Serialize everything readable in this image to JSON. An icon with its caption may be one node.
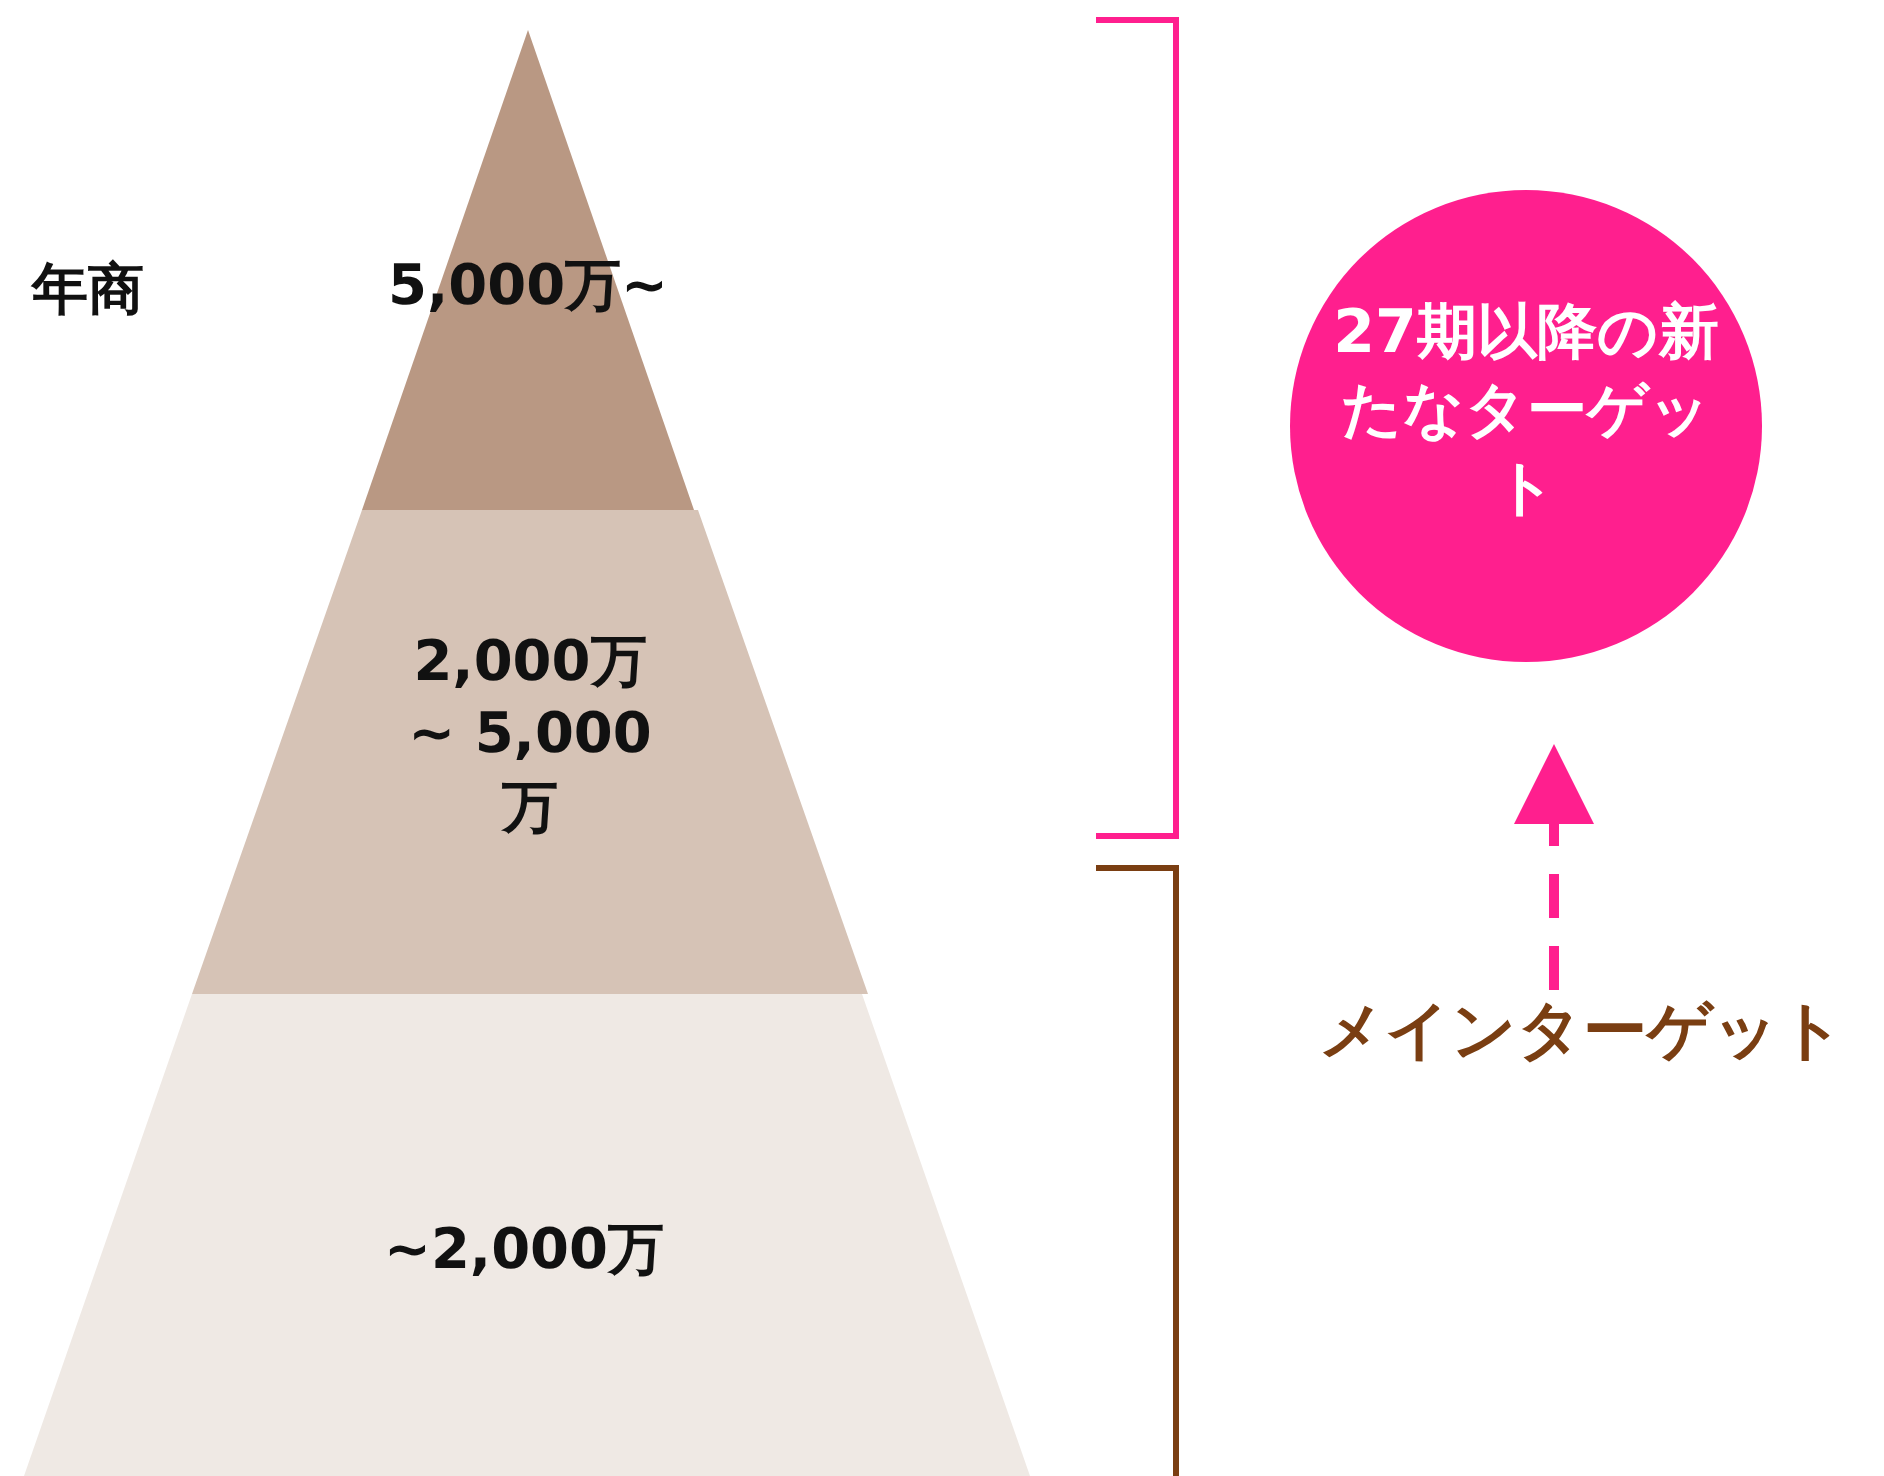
{
  "diagram": {
    "nodes": [
      {
        "text": [
          "5,000万~"
        ]
      },
      {
        "text": [
          "2,000万 ~ 5,000万"
        ]
      },
      {
        "text": [
          "~2,000万"
        ]
      },
      {
        "text": [
          "27期以降の新たなターゲット"
        ]
      },
      {
        "text": [
          "メインターゲット"
        ]
      }
    ],
    "edges": [
      {
        "from": 4,
        "to": 3,
        "arrow": "to",
        "style": "dashed"
      }
    ],
    "labels": [
      "年商"
    ]
  }
}
